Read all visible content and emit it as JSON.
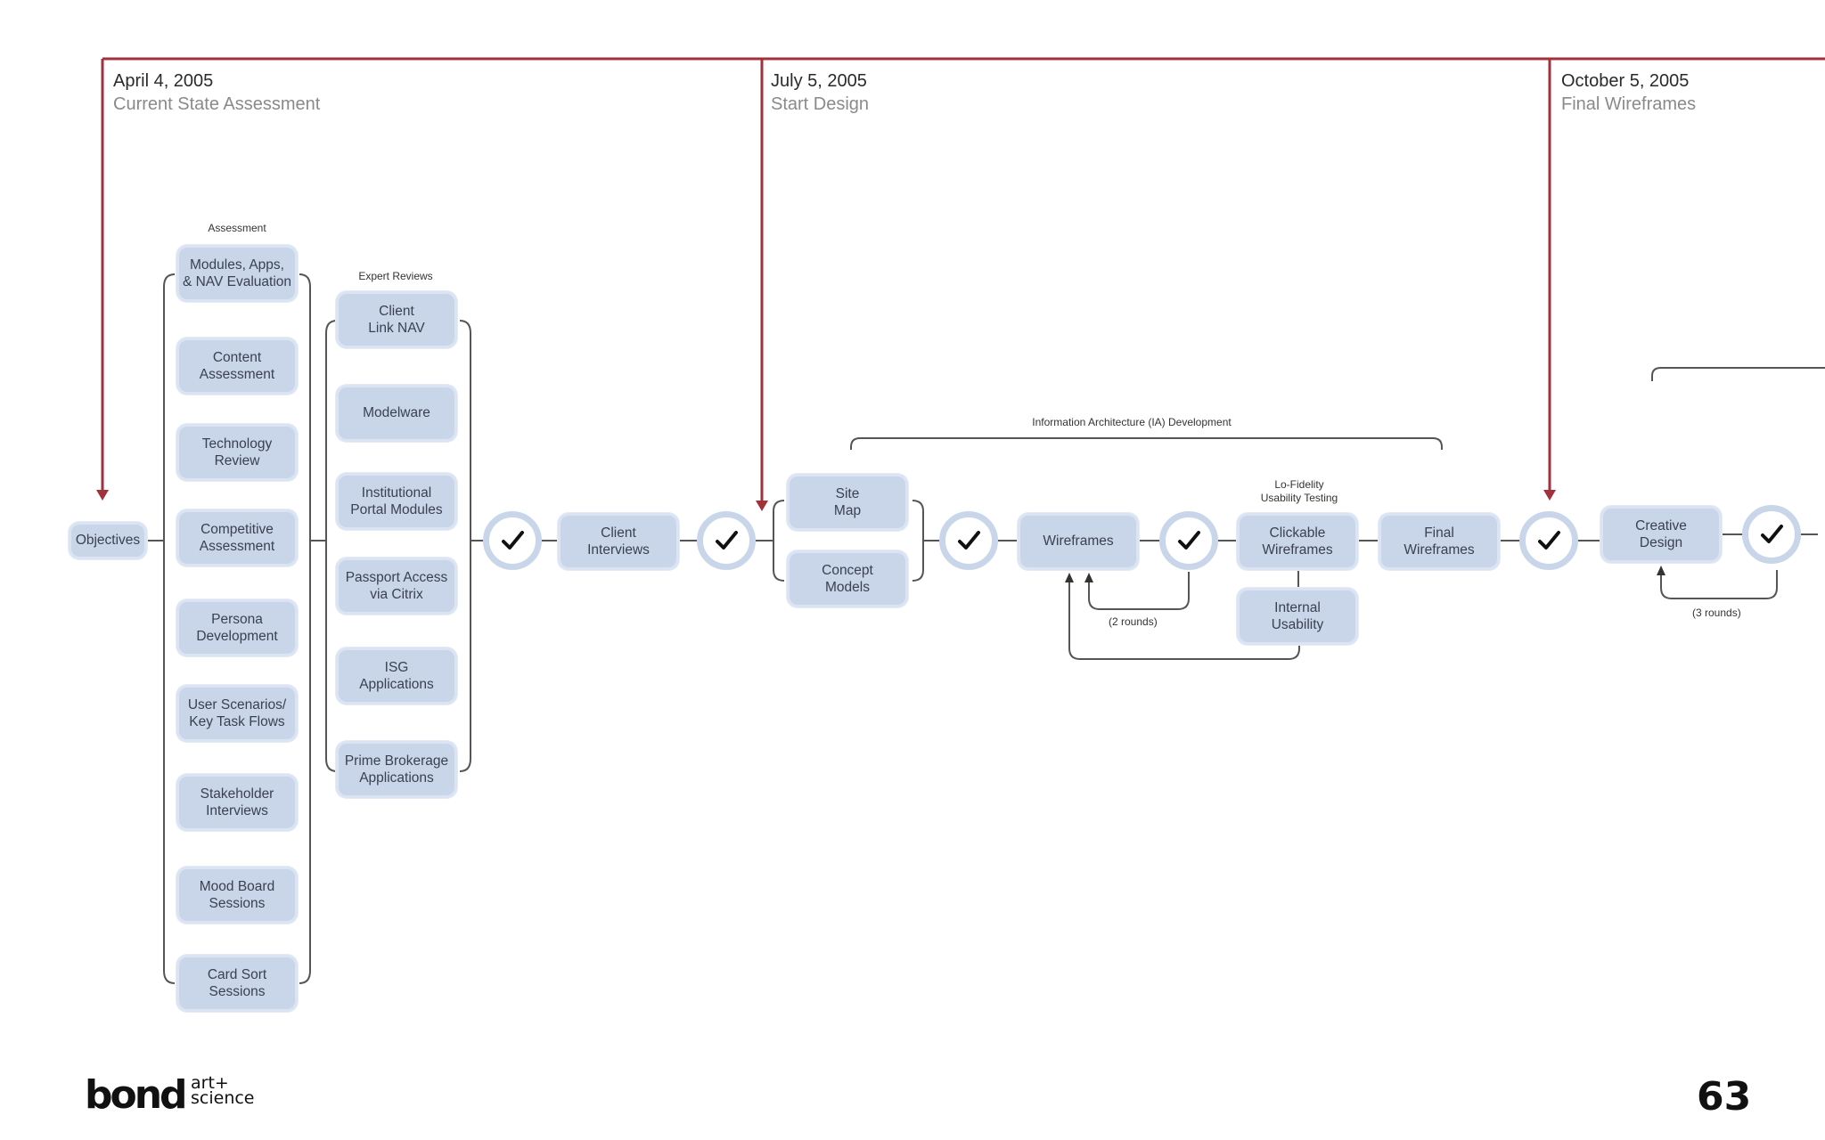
{
  "milestones": [
    {
      "date": "April 4, 2005",
      "title": "Current State Assessment"
    },
    {
      "date": "July 5, 2005",
      "title": "Start Design"
    },
    {
      "date": "October 5, 2005",
      "title": "Final Wireframes"
    }
  ],
  "groups": {
    "assessment": "Assessment",
    "expert_reviews": "Expert Reviews",
    "ia_development": "Information Architecture (IA) Development",
    "lofi_testing": "Lo-Fidelity\nUsability Testing"
  },
  "nodes": {
    "objectives": "Objectives",
    "modules_apps": "Modules, Apps,\n& NAV Evaluation",
    "content_assessment": "Content\nAssessment",
    "technology_review": "Technology\nReview",
    "competitive_assessment": "Competitive\nAssessment",
    "persona_development": "Persona\nDevelopment",
    "user_scenarios": "User Scenarios/\nKey Task Flows",
    "stakeholder_interviews": "Stakeholder\nInterviews",
    "mood_board": "Mood Board\nSessions",
    "card_sort": "Card Sort\nSessions",
    "client_link_nav": "Client\nLink NAV",
    "modelware": "Modelware",
    "institutional_portal": "Institutional\nPortal Modules",
    "passport_access": "Passport Access\nvia Citrix",
    "isg_applications": "ISG\nApplications",
    "prime_brokerage": "Prime Brokerage\nApplications",
    "client_interviews": "Client\nInterviews",
    "site_map": "Site\nMap",
    "concept_models": "Concept\nModels",
    "wireframes": "Wireframes",
    "clickable_wireframes": "Clickable\nWireframes",
    "internal_usability": "Internal\nUsability",
    "final_wireframes": "Final\nWireframes",
    "creative_design": "Creative\nDesign"
  },
  "loops": {
    "wireframes_rounds": "(2 rounds)",
    "creative_rounds": "(3 rounds)"
  },
  "footer": {
    "logo_main": "bond",
    "logo_sup1": "art+",
    "logo_sup2": "science",
    "page_number": "63"
  },
  "colors": {
    "timeline": "#a0323c",
    "node_fill": "#c9d6ea",
    "connector": "#555555"
  }
}
